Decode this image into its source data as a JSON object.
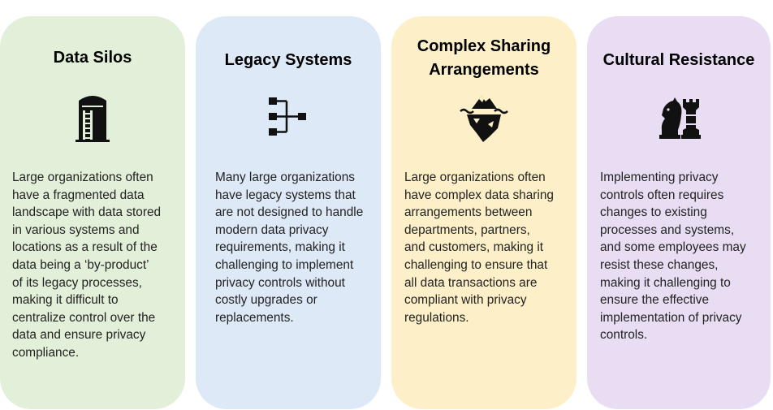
{
  "cards": [
    {
      "title": "Data Silos",
      "icon": "silo-icon",
      "color": "#e3f0d9",
      "body": "Large organizations often\nhave a fragmented data\nlandscape with data stored\nin various systems and\nlocations as a result of the\ndata being a ‘by-product’\nof its legacy processes,\nmaking it difficult to\ncentralize control over the\ndata and ensure privacy\ncompliance."
    },
    {
      "title": "Legacy Systems",
      "icon": "hierarchy-icon",
      "color": "#dde9f6",
      "body": "Many large organizations\nhave legacy systems that\nare not designed to handle\nmodern data privacy\nrequirements, making it\nchallenging to implement\nprivacy controls without\ncostly upgrades or\nreplacements."
    },
    {
      "title": "Complex Sharing\nArrangements",
      "icon": "iceberg-icon",
      "color": "#fdf0c9",
      "body": "Large organizations often\nhave complex data sharing\narrangements between\ndepartments, partners,\nand customers, making it\nchallenging to ensure that\nall data transactions are\ncompliant with privacy\nregulations."
    },
    {
      "title": "Cultural Resistance",
      "icon": "chess-pieces-icon",
      "color": "#e9ddf3",
      "body": "Implementing privacy\ncontrols often requires\nchanges to existing\nprocesses and systems,\nand some employees may\nresist these changes,\nmaking it challenging to\nensure the effective\nimplementation of privacy\ncontrols."
    }
  ]
}
